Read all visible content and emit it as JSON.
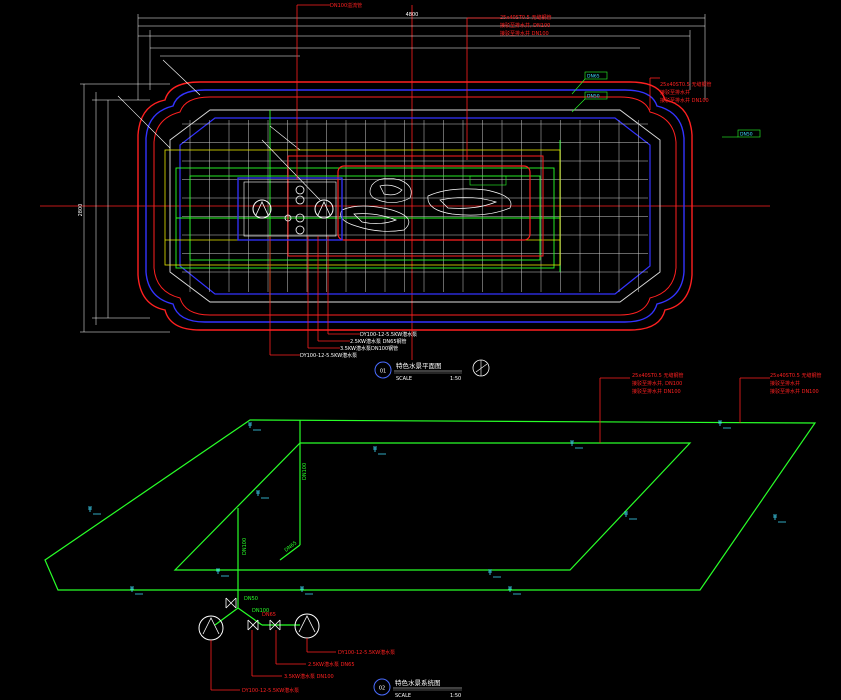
{
  "plan": {
    "number": "01",
    "title": "特色水景平面图",
    "scale_label": "SCALE",
    "scale_value": "1:50",
    "callout_top": "DN100溢流管",
    "callout_top_right": [
      "25x40ST0.5 无缝钢管",
      "接驳至排水井, DN100",
      "接驳至排水井 DN100"
    ],
    "callout_right": [
      "25x40ST0.5 无缝钢管",
      "接驳至排水井",
      "接驳至排水井 DN100"
    ],
    "callout_bottom": [
      "DY100-12-5.5KW潜水泵",
      "2.5KW潜水泵 DN65钢管",
      "3.5KW潜水泵DN100钢管",
      "DY100-12-5.5KW潜水泵"
    ],
    "dim_top": "4800",
    "dim_left": "2800",
    "tag_labels": [
      "DN65",
      "DN50",
      "DN50"
    ]
  },
  "system": {
    "number": "02",
    "title": "特色水景系统图",
    "scale_label": "SCALE",
    "scale_value": "1:50",
    "callout_top_center": [
      "25x40ST0.5 无缝钢管",
      "接驳至排水井, DN100",
      "接驳至排水井 DN100"
    ],
    "callout_top_right": [
      "25x40ST0.5 无缝钢管",
      "接驳至排水井",
      "接驳至排水井 DN100"
    ],
    "callout_bottom": [
      "DY100-12-5.5KW潜水泵",
      "2.5KW潜水泵 DN65",
      "3.5KW潜水泵 DN100",
      "DY100-12-5.5KW潜水泵"
    ],
    "pipe_labels": [
      "DN100",
      "DN100",
      "DN65",
      "DN50",
      "DN100"
    ],
    "valve_label": "DN65"
  }
}
